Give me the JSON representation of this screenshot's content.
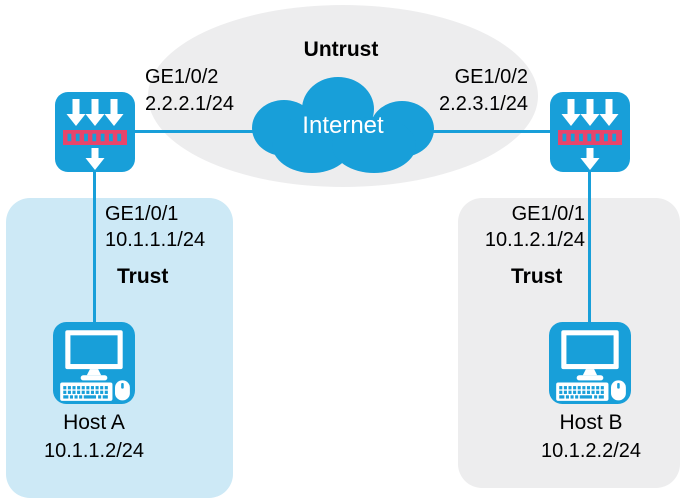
{
  "colors": {
    "accent_blue": "#189FD9",
    "device_bar_red": "#E8456B",
    "trust_left_bg": "#CDE9F6",
    "neutral_zone_bg": "#EDEDEE",
    "label_text": "#000000"
  },
  "untrust_zone": {
    "label": "Untrust"
  },
  "internet": {
    "label": "Internet"
  },
  "firewall_left": {
    "wan": {
      "interface": "GE1/0/2",
      "ip": "2.2.2.1/24"
    },
    "lan": {
      "interface": "GE1/0/1",
      "ip": "10.1.1.1/24"
    }
  },
  "firewall_right": {
    "wan": {
      "interface": "GE1/0/2",
      "ip": "2.2.3.1/24"
    },
    "lan": {
      "interface": "GE1/0/1",
      "ip": "10.1.2.1/24"
    }
  },
  "trust_left": {
    "label": "Trust",
    "host": {
      "name": "Host A",
      "ip": "10.1.1.2/24"
    }
  },
  "trust_right": {
    "label": "Trust",
    "host": {
      "name": "Host B",
      "ip": "10.1.2.2/24"
    }
  }
}
